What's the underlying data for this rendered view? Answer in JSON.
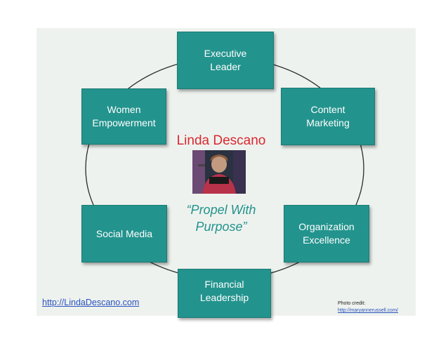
{
  "diagram": {
    "center_name": "Linda Descano",
    "tagline": "“Propel With\nPurpose”",
    "nodes": {
      "executive": "Executive\nLeader",
      "content": "Content\nMarketing",
      "organization": "Organization\nExcellence",
      "financial": "Financial\nLeadership",
      "social": "Social Media",
      "women": "Women\nEmpowerment"
    }
  },
  "footer": {
    "url": "http://LindaDescano.com",
    "credit_label": "Photo credit:",
    "credit_url": "http://maryannerussell.com/"
  },
  "colors": {
    "node_fill": "#23938d",
    "panel_bg": "#eef2ee",
    "name_red": "#d9282f",
    "tagline_teal": "#23938d",
    "link_blue": "#2a52be"
  }
}
